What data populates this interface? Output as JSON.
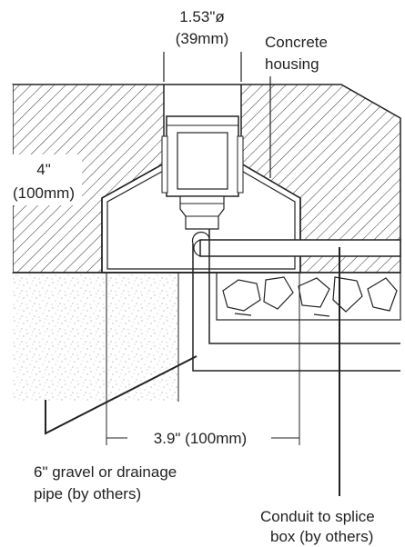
{
  "labels": {
    "diameter_in": "1.53\"ø",
    "diameter_mm": "(39mm)",
    "housing_line1": "Concrete",
    "housing_line2": "housing",
    "depth_in": "4\"",
    "depth_mm": "(100mm)",
    "width": "3.9\" (100mm)",
    "gravel_line1": "6\" gravel or drainage",
    "gravel_line2": "pipe (by others)",
    "conduit_line1": "Conduit to splice",
    "conduit_line2": "box (by others)"
  },
  "colors": {
    "line": "#222222",
    "hatch": "#333333",
    "gravel_speckle": "#9a9a9a",
    "background": "#ffffff"
  }
}
